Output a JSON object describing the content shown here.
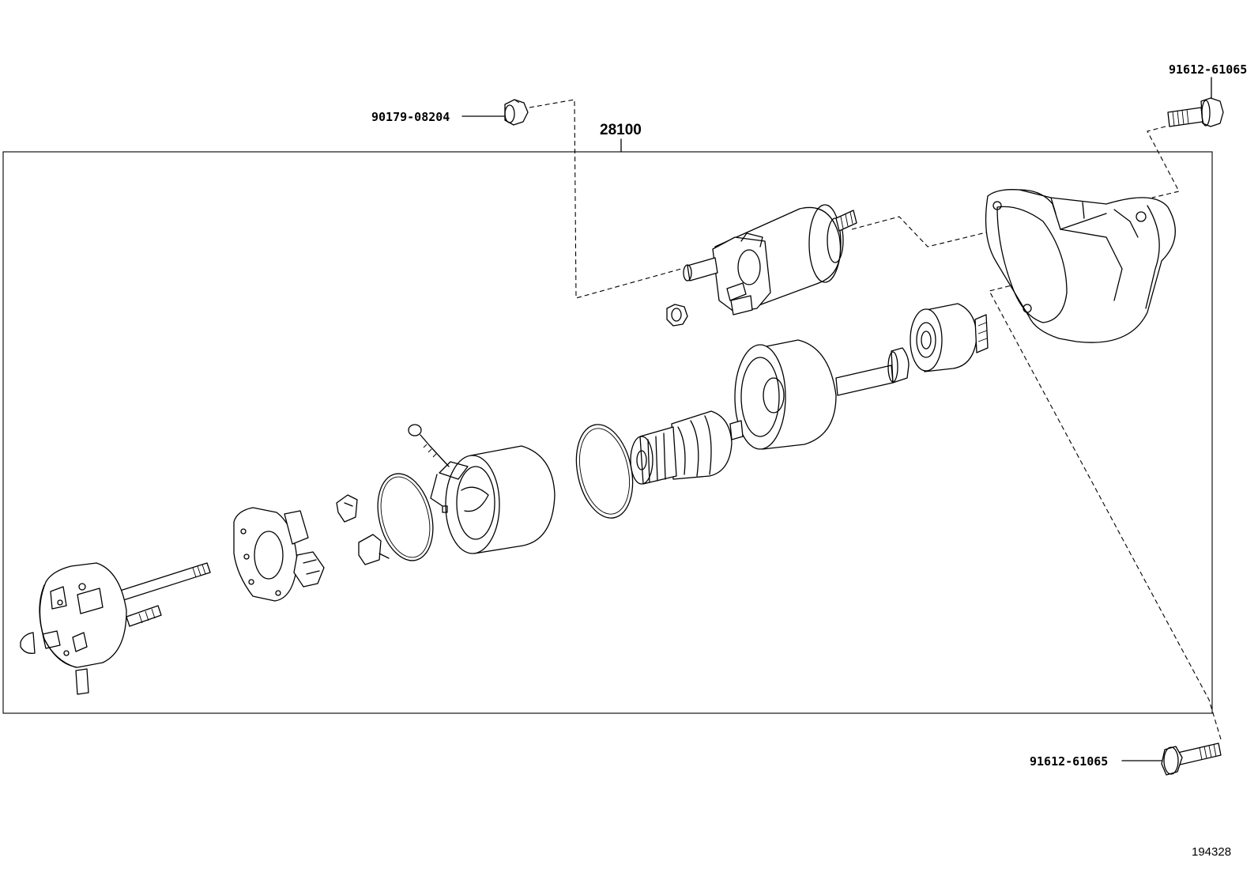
{
  "diagram": {
    "assembly_label": "28100",
    "labels": {
      "nut": "90179-08204",
      "bolt_top": "91612-61065",
      "bolt_bottom": "91612-61065"
    },
    "illustration_id": "194328"
  }
}
